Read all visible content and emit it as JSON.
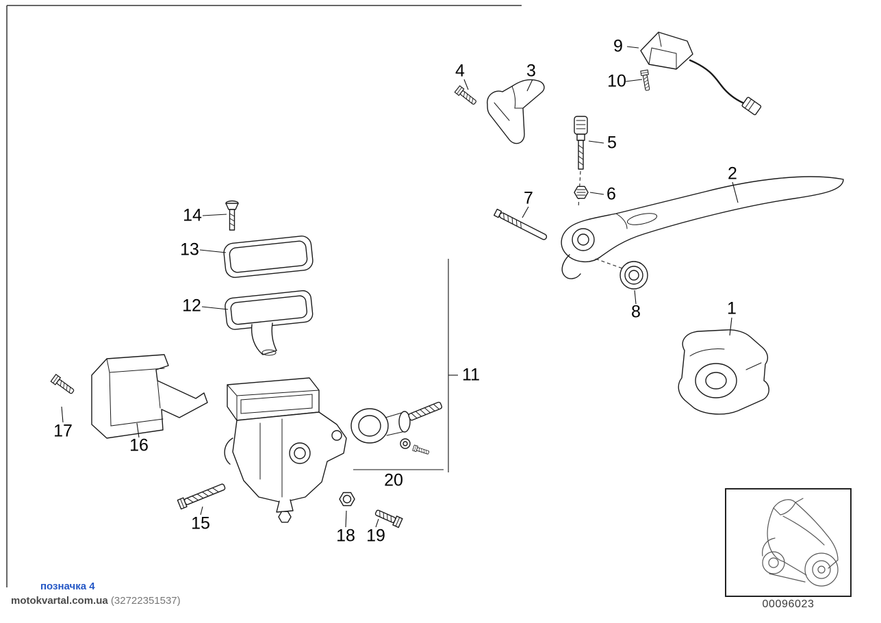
{
  "diagram": {
    "part_code": "00096023",
    "thumbnail_icon": "motorcycle-side-view",
    "line_color": "#1a1a1a",
    "link_color": "#2457c5"
  },
  "callouts": [
    {
      "label": "1"
    },
    {
      "label": "2"
    },
    {
      "label": "3"
    },
    {
      "label": "4"
    },
    {
      "label": "5"
    },
    {
      "label": "6"
    },
    {
      "label": "7"
    },
    {
      "label": "8"
    },
    {
      "label": "9"
    },
    {
      "label": "10"
    },
    {
      "label": "11"
    },
    {
      "label": "12"
    },
    {
      "label": "13"
    },
    {
      "label": "14"
    },
    {
      "label": "15"
    },
    {
      "label": "16"
    },
    {
      "label": "17"
    },
    {
      "label": "18"
    },
    {
      "label": "19"
    },
    {
      "label": "20"
    }
  ],
  "footer": {
    "mark": "позначка 4",
    "site": "motokvartal.com.ua",
    "code": "(32722351537)"
  }
}
